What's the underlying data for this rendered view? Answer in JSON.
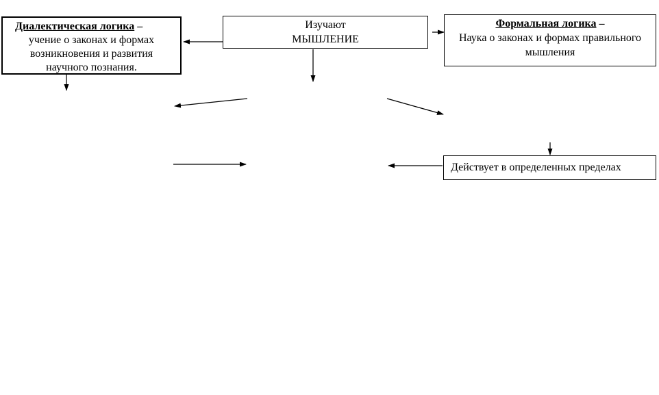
{
  "diagram": {
    "boxes": {
      "dialectical": {
        "title": "Диалектическая логика",
        "title_dash": " –",
        "lines": [
          "учение о законах и формах",
          "возникновения и развития",
          "научного познания."
        ]
      },
      "study": {
        "lines": [
          "Изучают",
          "МЫШЛЕНИЕ"
        ]
      },
      "formal": {
        "title": "Формальная логика",
        "title_dash": " –",
        "lines": [
          "Наука о законах и формах правильного",
          "мышления"
        ]
      },
      "limits": {
        "text": "Действует в определенных пределах"
      }
    },
    "colors": {
      "line": "#000000",
      "text": "#000000",
      "background": "#ffffff"
    }
  }
}
